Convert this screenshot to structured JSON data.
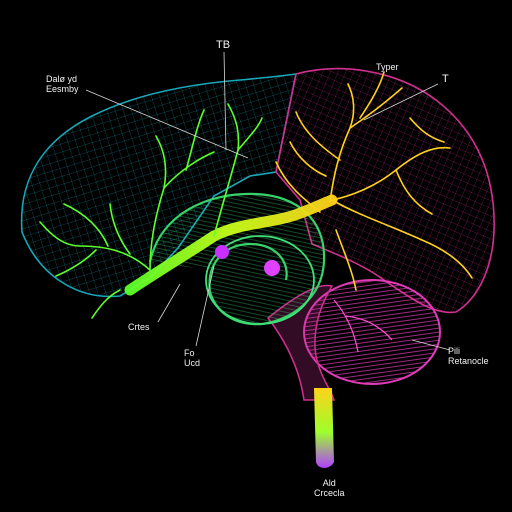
{
  "labels": {
    "top_left_line1": "Dalø yd",
    "top_left_line2": "Eesmby",
    "top_center": "TB",
    "top_right": "Typer",
    "top_right_t": "T",
    "left_mid": "Crtes",
    "center_line1": "Fo",
    "center_line2": "Ucd",
    "right_line1": "Pili",
    "right_line2": "Retanocle",
    "bottom_line1": "Ald",
    "bottom_line2": "Crcecla"
  },
  "colors": {
    "background": "#000000",
    "outline_left": "#1aa7b8",
    "outline_right": "#d0308f",
    "nerve_green": "#5dff2a",
    "nerve_yellow": "#ffd21a",
    "lobe_magenta": "#e03cb8",
    "core_magenta": "#c830ff",
    "leader_line": "#d8d8d8"
  }
}
